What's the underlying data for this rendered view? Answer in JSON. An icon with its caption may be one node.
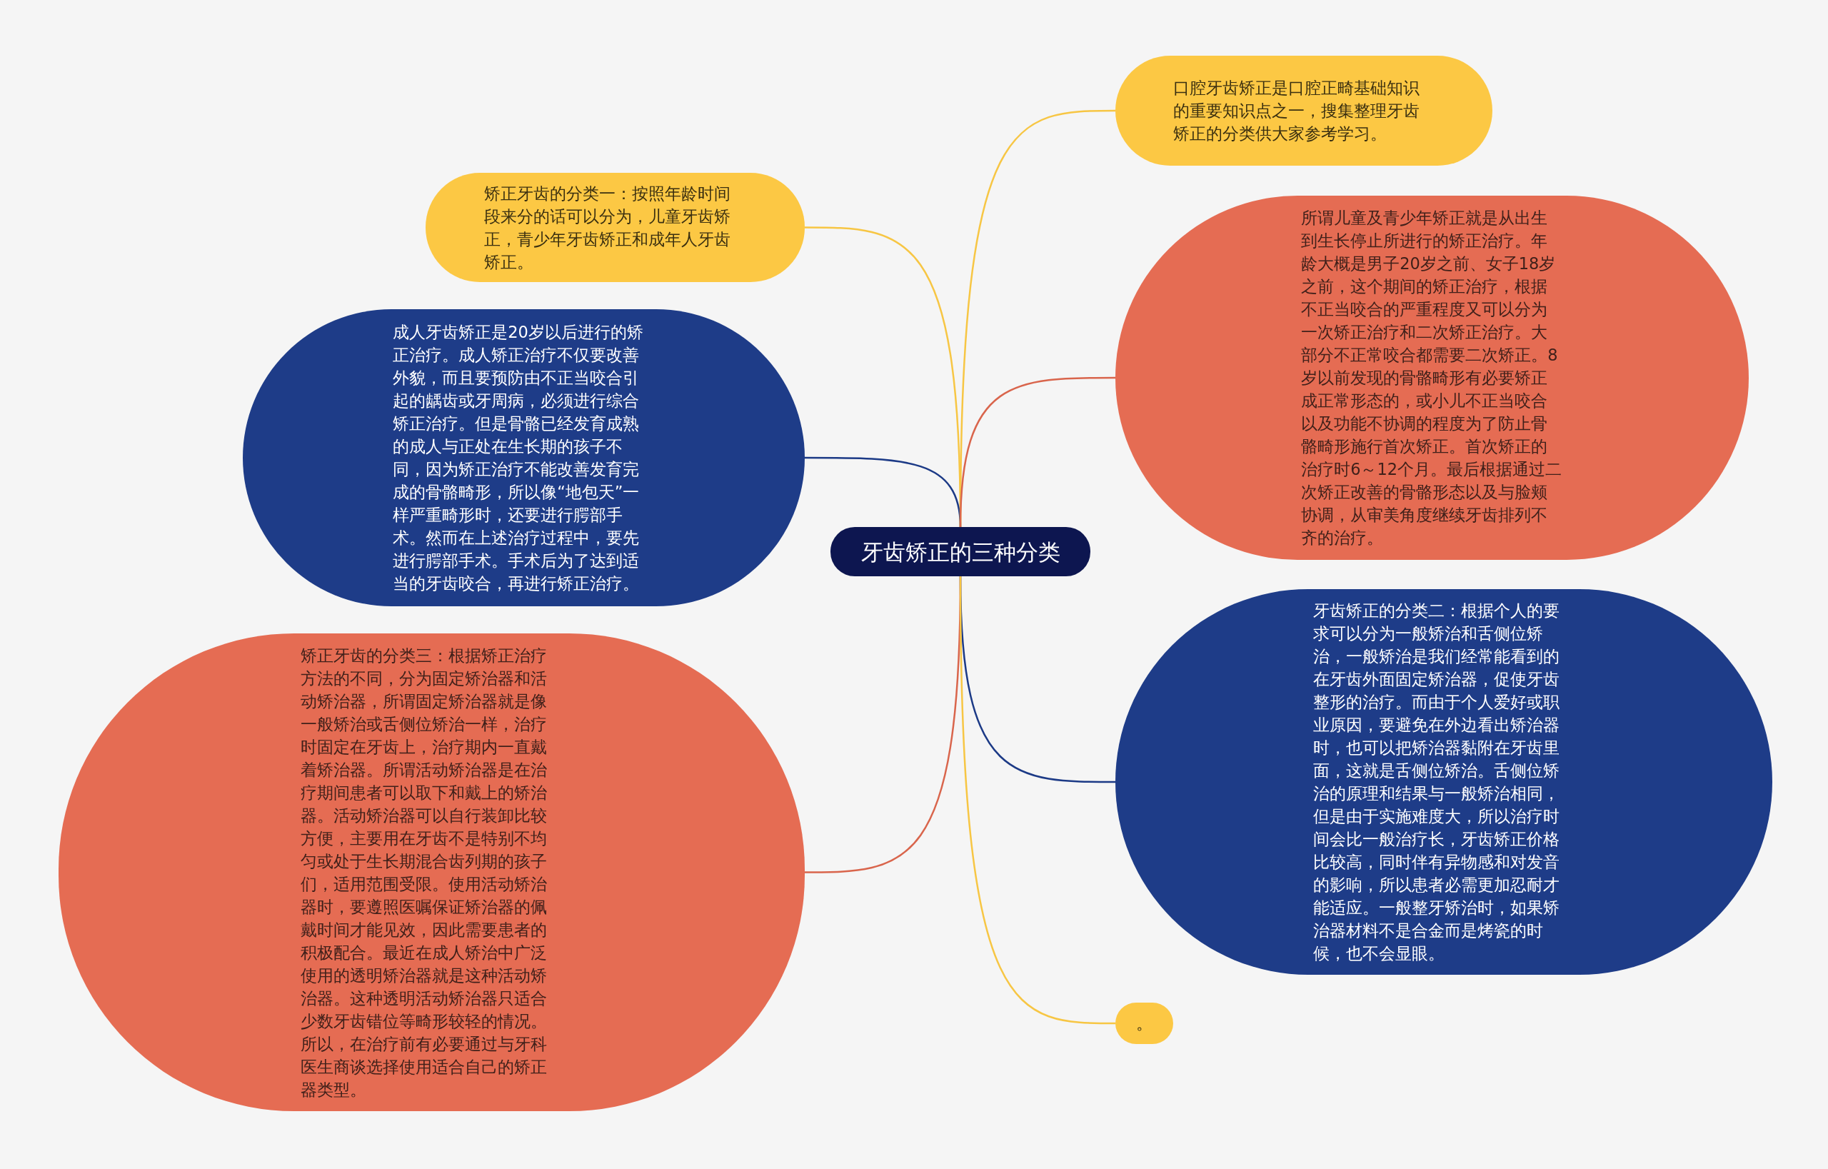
{
  "diagram": {
    "nodes": [
      {
        "text": [
          "牙齿矫正的三种分类"
        ]
      },
      {
        "text": [
          "矫正牙齿的分类一：按照年龄时间段来分的话可以分为，儿童牙齿矫正，青少年牙齿矫正和成年人牙齿矫正。"
        ]
      },
      {
        "text": [
          "成人牙齿矫正是20岁以后进行的矫正治疗。成人矫正治疗不仅要改善外貌，而且要预防由不正当咬合引起的龋齿或牙周病，必须进行综合矫正治疗。但是骨骼已经发育成熟的成人与正处在生长期的孩子不同，因为矫正治疗不能改善发育完成的骨骼畸形，所以像“地包天”一样严重畸形时，还要进行腭部手术。然而在上述治疗过程中，要先进行腭部手术。手术后为了达到适当的牙齿咬合，再进行矫正治疗。"
        ]
      },
      {
        "text": [
          "矫正牙齿的分类三：根据矫正治疗方法的不同，分为固定矫治器和活动矫治器，所谓固定矫治器就是像一般矫治或舌侧位矫治一样，治疗时固定在牙齿上，治疗期内一直戴着矫治器。所谓活动矫治器是在治疗期间患者可以取下和戴上的矫治器。活动矫治器可以自行装卸比较方便，主要用在牙齿不是特别不均匀或处于生长期混合齿列期的孩子们，适用范围受限。使用活动矫治器时，要遵照医嘱保证矫治器的佩戴时间才能见效，因此需要患者的积极配合。最近在成人矫治中广泛使用的透明矫治器就是这种活动矫治器。这种透明活动矫治器只适合少数牙齿错位等畸形较轻的情况。所以，在治疗前有必要通过与牙科医生商谈选择使用适合自己的矫正器类型。"
        ]
      },
      {
        "text": [
          "口腔牙齿矫正是口腔正畸基础知识的重要知识点之一，搜集整理牙齿矫正的分类供大家参考学习。"
        ]
      },
      {
        "text": [
          "所谓儿童及青少年矫正就是从出生到生长停止所进行的矫正治疗。年龄大概是男子20岁之前、女子18岁之前，这个期间的矫正治疗，根据不正当咬合的严重程度又可以分为一次矫正治疗和二次矫正治疗。大部分不正常咬合都需要二次矫正。8岁以前发现的骨骼畸形有必要矫正成正常形态的，或小儿不正当咬合以及功能不协调的程度为了防止骨骼畸形施行首次矫正。首次矫正的治疗时6～12个月。最后根据通过二次矫正改善的骨骼形态以及与脸颊协调，从审美角度继续牙齿排列不齐的治疗。"
        ]
      },
      {
        "text": [
          "牙齿矫正的分类二：根据个人的要求可以分为一般矫治和舌侧位矫治，一般矫治是我们经常能看到的在牙齿外面固定矫治器，促使牙齿整形的治疗。而由于个人爱好或职业原因，要避免在外边看出矫治器时，也可以把矫治器黏附在牙齿里面，这就是舌侧位矫治。舌侧位矫治的原理和结果与一般矫治相同，但是由于实施难度大，所以治疗时间会比一般治疗长，牙齿矫正价格比较高，同时伴有异物感和对发音的影响，所以患者必需更加忍耐才能适应。一般整牙矫治时，如果矫治器材料不是合金而是烤瓷的时候，也不会显眼。"
        ]
      },
      {
        "text": [
          "。"
        ]
      }
    ],
    "edges": [
      {
        "from": 0,
        "to": 1,
        "arrow": "none",
        "color": "#f7c644"
      },
      {
        "from": 0,
        "to": 2,
        "arrow": "none",
        "color": "#1c3a86"
      },
      {
        "from": 0,
        "to": 3,
        "arrow": "none",
        "color": "#d9654c"
      },
      {
        "from": 0,
        "to": 4,
        "arrow": "none",
        "color": "#f7c644"
      },
      {
        "from": 0,
        "to": 5,
        "arrow": "none",
        "color": "#d9654c"
      },
      {
        "from": 0,
        "to": 6,
        "arrow": "none",
        "color": "#1c3a86"
      },
      {
        "from": 0,
        "to": 7,
        "arrow": "none",
        "color": "#f7c644"
      }
    ]
  }
}
